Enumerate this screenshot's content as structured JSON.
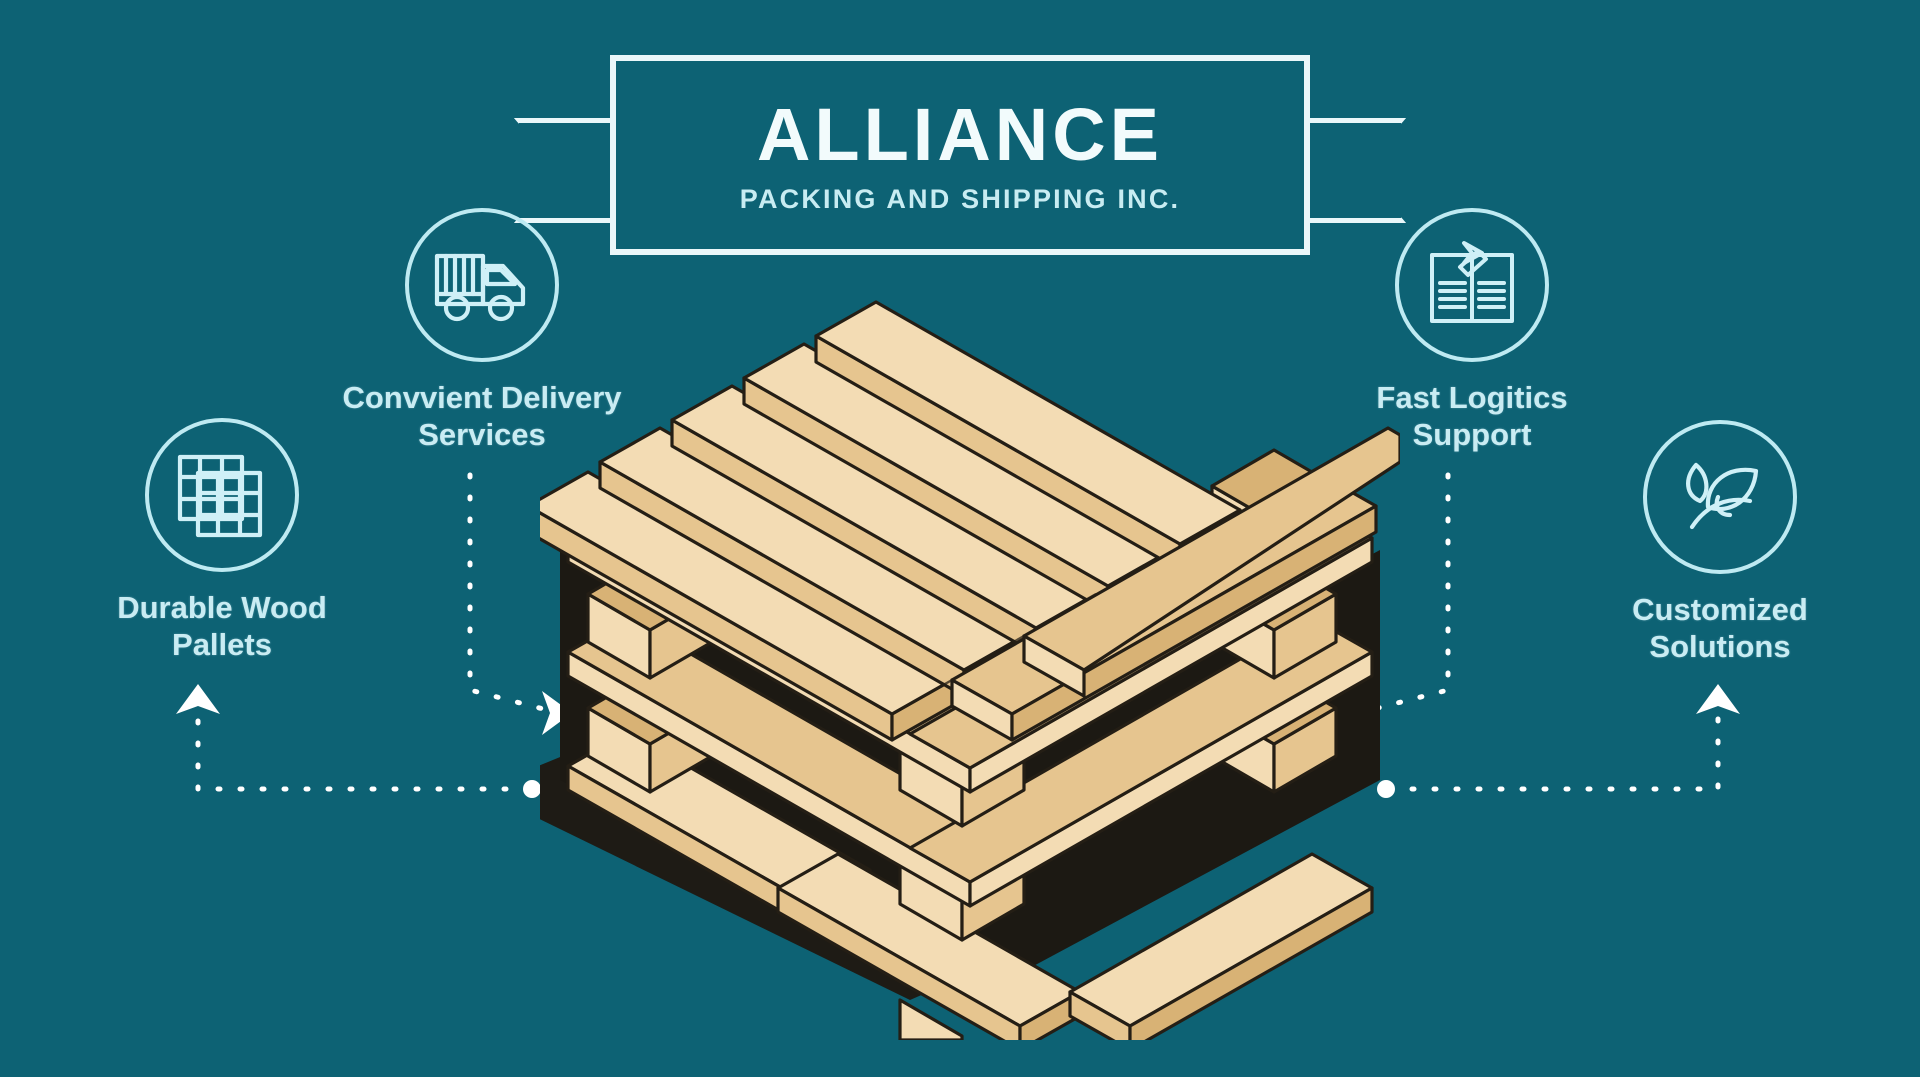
{
  "background_color": "#0D6274",
  "accent_color": "#C9ECF3",
  "wood_color": "#F3DCB4",
  "wood_shade_color": "#E3C189",
  "wood_outline_color": "#241E15",
  "shadow_color": "#1E1B15",
  "banner": {
    "title": "ALLIANCE",
    "subtitle": "PACKING AND SHIPPING INC.",
    "ribbon_left_name": "ribbon-tail-left",
    "ribbon_right_name": "ribbon-tail-right"
  },
  "features": [
    {
      "id": "pallets",
      "icon": "stacked-pallet-icon",
      "label": "Durable Wood\nPallets",
      "label_line1": "Durable Wood",
      "label_line2": "Pallets"
    },
    {
      "id": "delivery",
      "icon": "delivery-truck-icon",
      "label": "Convvient Delivery\nServices",
      "label_line1": "Convvient Delivery",
      "label_line2": "Services"
    },
    {
      "id": "logitics",
      "icon": "document-checklist-icon",
      "label": "Fast Logitics\nSupport",
      "label_line1": "Fast Logitics",
      "label_line2": "Support"
    },
    {
      "id": "custom",
      "icon": "eco-leaves-icon",
      "label": "Customized\nSolutions",
      "label_line1": "Customized",
      "label_line2": "Solutions"
    }
  ],
  "central_illustration": {
    "name": "isometric-wood-pallet",
    "description": "Isometric stacked wooden shipping pallet"
  },
  "connectors": [
    {
      "name": "connector-pallets",
      "from": "pallet-illustration",
      "to": "pallets",
      "terminal": "arrow-up"
    },
    {
      "name": "connector-delivery",
      "from": "pallet-illustration",
      "to": "delivery",
      "terminal": "arrow-right"
    },
    {
      "name": "connector-logitics",
      "from": "pallet-illustration",
      "to": "logitics",
      "terminal": "arrow-left"
    },
    {
      "name": "connector-custom",
      "from": "pallet-illustration",
      "to": "custom",
      "terminal": "arrow-up"
    }
  ]
}
